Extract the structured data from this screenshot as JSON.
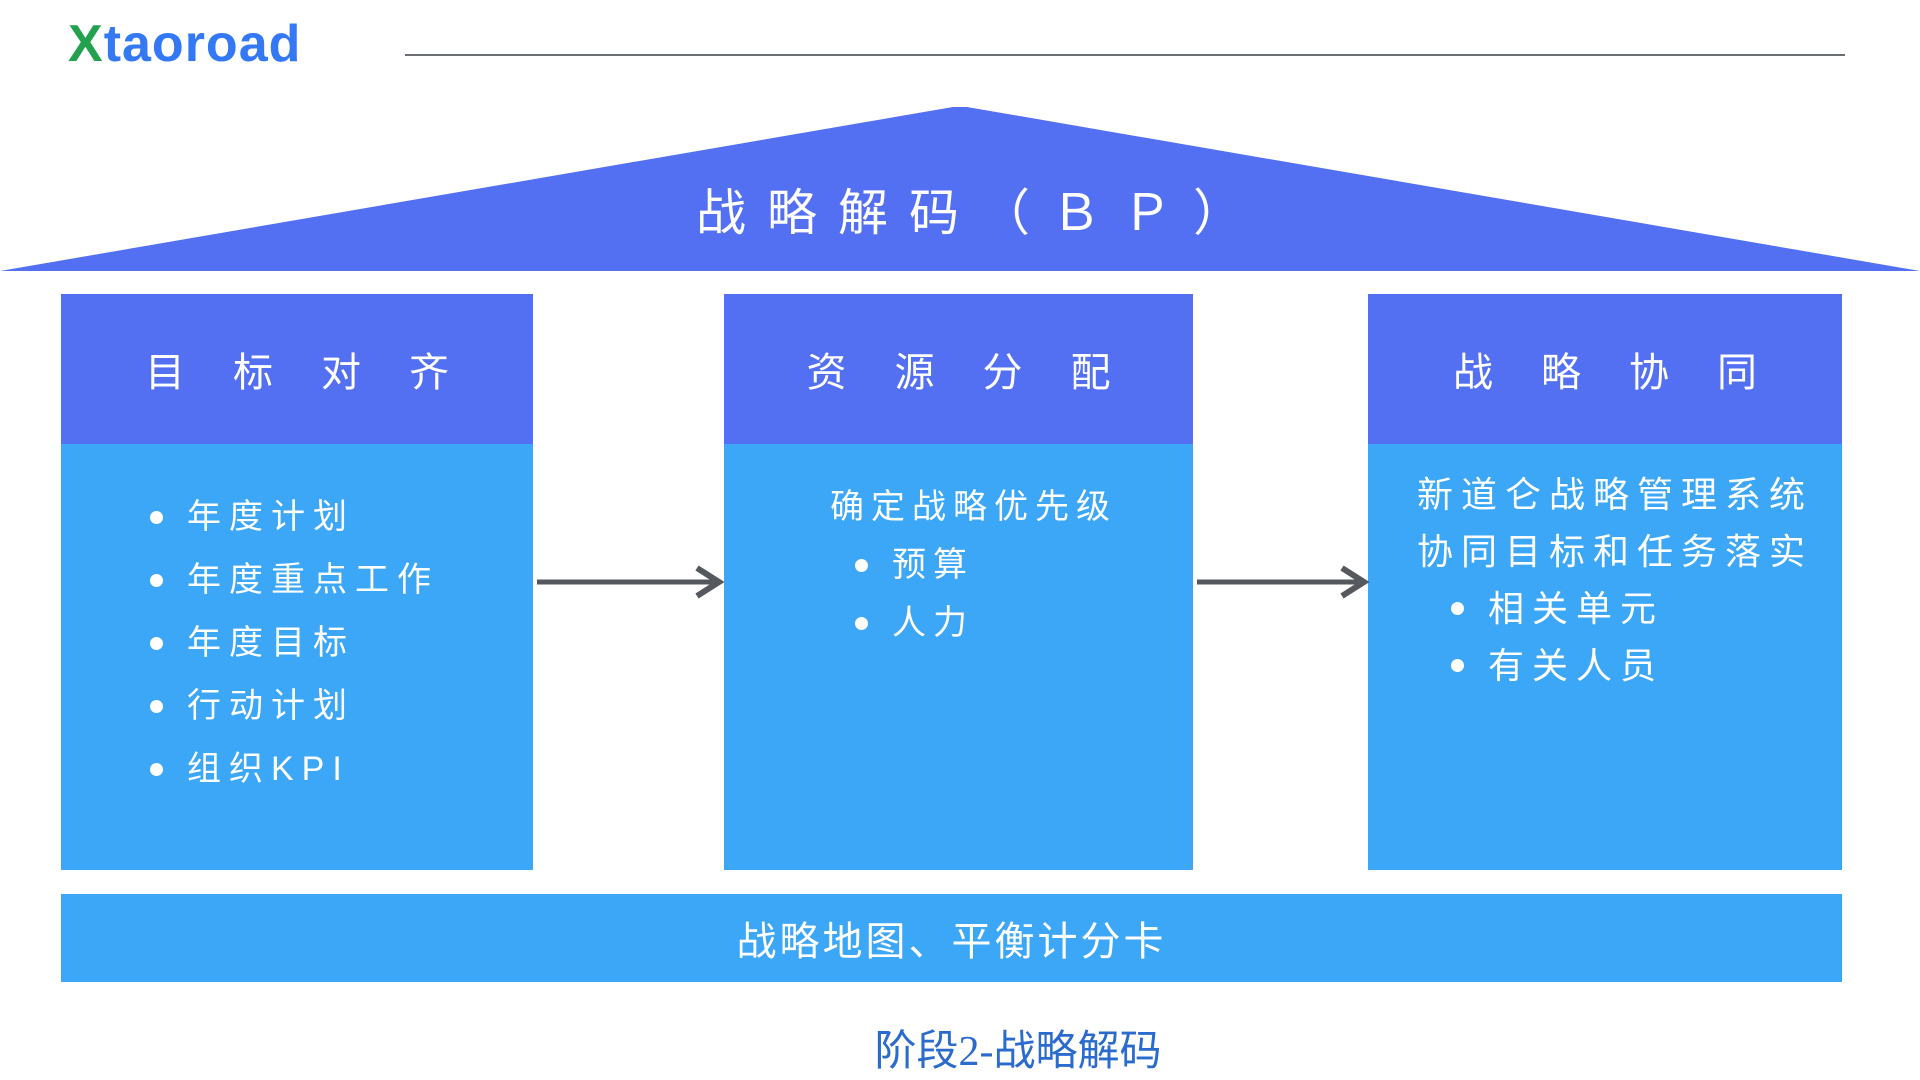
{
  "logo": {
    "prefix": "X",
    "rest": "taoroad"
  },
  "roof": {
    "title": "战略解码（ＢＰ）"
  },
  "columns": [
    {
      "header": "目标对齐",
      "intro": [],
      "bullets": [
        "年度计划",
        "年度重点工作",
        "年度目标",
        "行动计划",
        "组织KPI"
      ]
    },
    {
      "header": "资源分配",
      "intro": [
        "确定战略优先级"
      ],
      "bullets": [
        "预算",
        "人力"
      ]
    },
    {
      "header": "战略协同",
      "intro": [
        "新道仑战略管理系统",
        "协同目标和任务落实"
      ],
      "bullets": [
        "相关单元",
        "有关人员"
      ]
    }
  ],
  "base_bar": {
    "label": "战略地图、平衡计分卡"
  },
  "caption": "阶段2-战略解码",
  "colors": {
    "roof_and_header": "#5470f2",
    "body_and_bar": "#3ca6f7",
    "arrow": "#55595e",
    "caption_text": "#2b6bce",
    "logo_x_green": "#22a24e",
    "logo_blue": "#3379f6",
    "rule_gray": "#6b6f74"
  }
}
